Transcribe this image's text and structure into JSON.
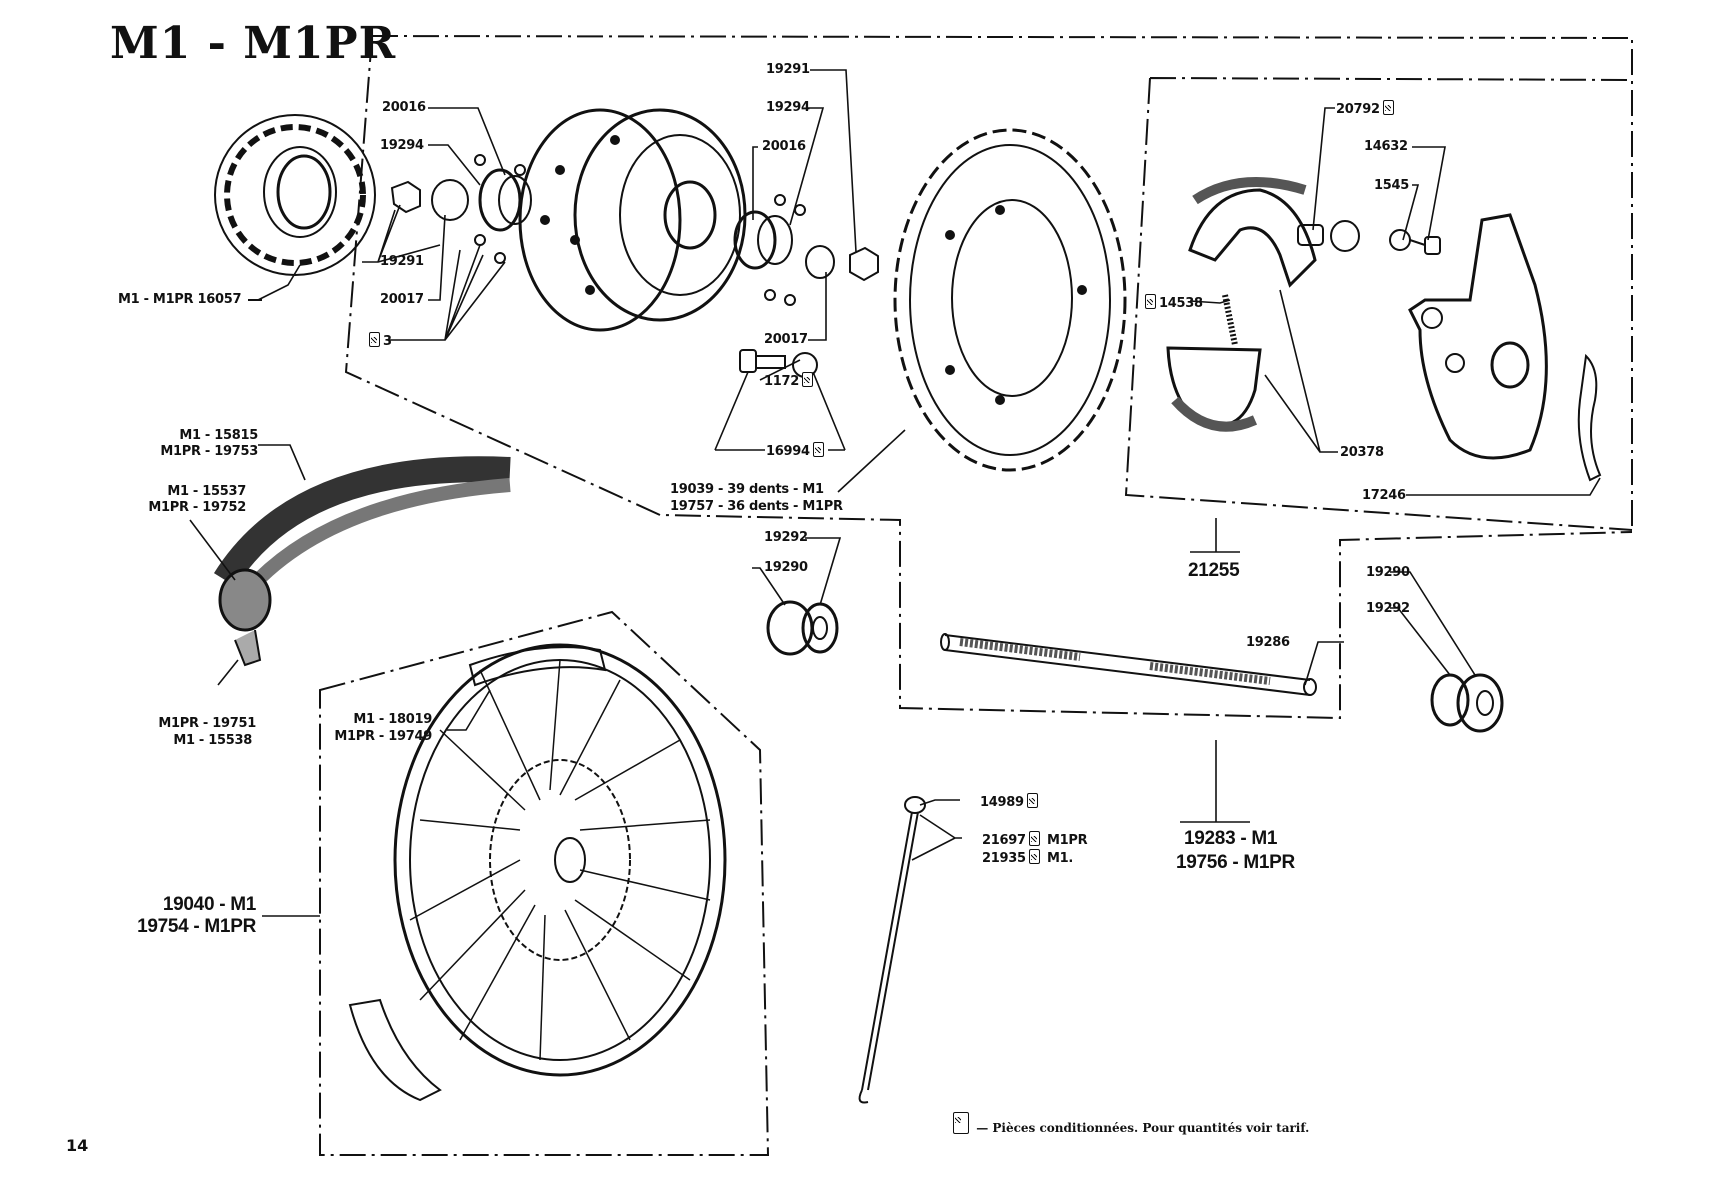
{
  "page": {
    "title": "M1 - M1PR",
    "page_number": "14",
    "footnote": "— Pièces conditionnées. Pour quantités voir tarif.",
    "footnote_icon": "package-icon"
  },
  "parts": {
    "front_sprocket": {
      "label": "M1 - M1PR  16057"
    },
    "hub_left": {
      "p20016": "20016",
      "p19294": "19294",
      "p19291": "19291",
      "p20017": "20017",
      "p3": "3"
    },
    "hub_right": {
      "p19291": "19291",
      "p19294": "19294",
      "p20016": "20016",
      "p20017": "20017"
    },
    "bolt": {
      "p1172": "1172",
      "p16994": "16994"
    },
    "rear_sprocket": {
      "line1": "19039 - 39 dents - M1",
      "line2": "19757 - 36 dents - M1PR"
    },
    "brake": {
      "p20792": "20792",
      "p14632": "14632",
      "p1545": "1545",
      "p14538": "14538",
      "p20378": "20378",
      "p17246": "17246",
      "assembly": "21255"
    },
    "tire": {
      "outer_m1": "M1 - 15815",
      "outer_m1pr": "M1PR - 19753",
      "tube_m1": "M1 - 15537",
      "tube_m1pr": "M1PR - 19752",
      "rimband_m1pr": "M1PR - 19751",
      "rimband_m1": "M1 - 15538"
    },
    "rim": {
      "m1": "M1 - 18019",
      "m1pr": "M1PR - 19749"
    },
    "wheel": {
      "m1": "19040 - M1",
      "m1pr": "19754 - M1PR"
    },
    "spacers_left": {
      "p19292": "19292",
      "p19290": "19290"
    },
    "spacers_right": {
      "p19290": "19290",
      "p19292": "19292"
    },
    "axle": {
      "p19286": "19286",
      "m1": "19283 - M1",
      "m1pr": "19756 - M1PR"
    },
    "spoke": {
      "p14989": "14989",
      "p21697": "21697",
      "p21697_suffix": "M1PR",
      "p21935": "21935",
      "p21935_suffix": "M1."
    }
  }
}
